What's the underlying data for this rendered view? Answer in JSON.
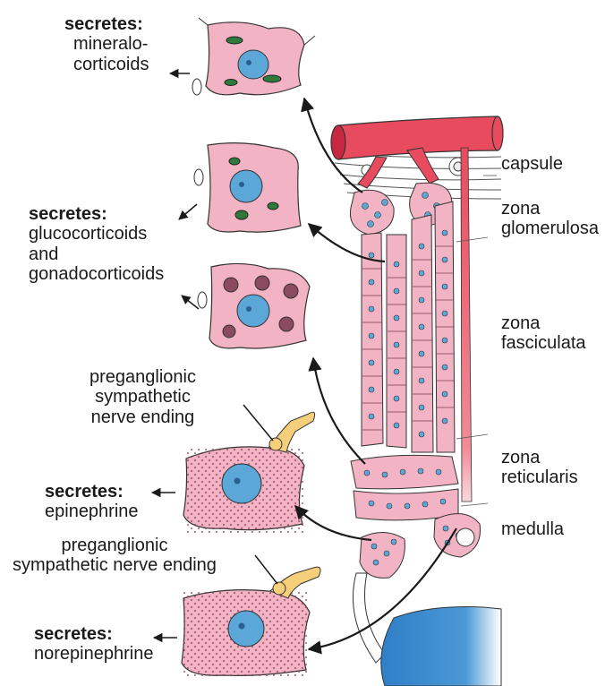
{
  "labels": {
    "mineralo": {
      "heading": "secretes:",
      "lines": [
        "mineralo-",
        "corticoids"
      ]
    },
    "gluco": {
      "heading": "secretes:",
      "lines": [
        "glucocorticoids",
        "and",
        "gonadocorticoids"
      ]
    },
    "pregang1": {
      "lines": [
        "preganglionic",
        "sympathetic",
        "nerve ending"
      ]
    },
    "epi": {
      "heading": "secretes:",
      "lines": [
        "epinephrine"
      ]
    },
    "pregang2": {
      "lines": [
        "preganglionic",
        "sympathetic nerve ending"
      ]
    },
    "norepi": {
      "heading": "secretes:",
      "lines": [
        "norepinephrine"
      ]
    }
  },
  "layers": [
    "capsule",
    "zona\nglomerulosa",
    "zona\nfasciculata",
    "zona\nreticularis",
    "medulla"
  ],
  "layer_names": {
    "capsule": "capsule",
    "glomerulosa": [
      "zona",
      "glomerulosa"
    ],
    "fasciculata": [
      "zona",
      "fasciculata"
    ],
    "reticularis": [
      "zona",
      "reticularis"
    ],
    "medulla": "medulla"
  },
  "colors": {
    "cell_pink": "#f2b4c4",
    "nucleus_blue": "#5aa7d8",
    "vessel_red": "#e94b5e",
    "vein_blue": "#2f7fc8",
    "nerve_yellow": "#f6cf7a",
    "ink": "#1a1a1a"
  }
}
